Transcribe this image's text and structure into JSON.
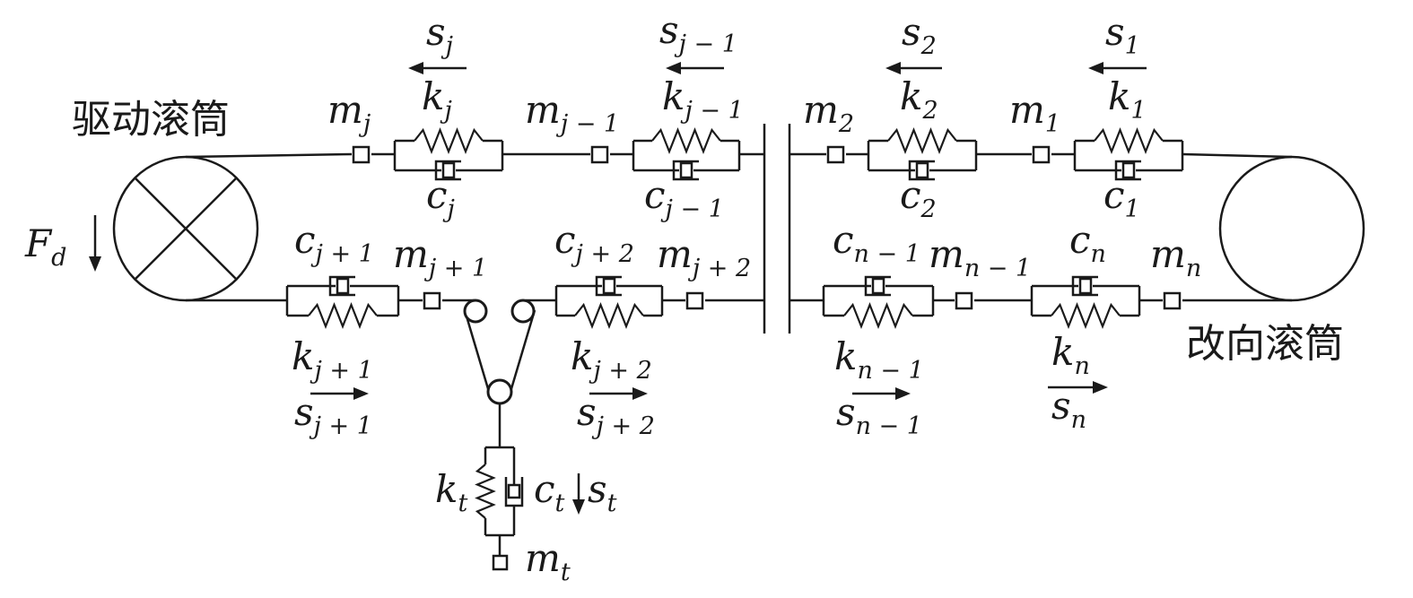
{
  "drums": {
    "drive_label": "驱动滚筒",
    "return_label": "改向滚筒"
  },
  "force": {
    "base": "F",
    "sub": "d"
  },
  "labels": {
    "m_j": {
      "base": "m",
      "sub": "j"
    },
    "k_j": {
      "base": "k",
      "sub": "j"
    },
    "c_j": {
      "base": "c",
      "sub": "j"
    },
    "s_j": {
      "base": "s",
      "sub": "j"
    },
    "m_j1": {
      "base": "m",
      "sub": "j − 1"
    },
    "k_j1": {
      "base": "k",
      "sub": "j − 1"
    },
    "c_j1": {
      "base": "c",
      "sub": "j − 1"
    },
    "s_j1": {
      "base": "s",
      "sub": "j − 1"
    },
    "m_2": {
      "base": "m",
      "sub": "2"
    },
    "k_2": {
      "base": "k",
      "sub": "2"
    },
    "c_2": {
      "base": "c",
      "sub": "2"
    },
    "s_2": {
      "base": "s",
      "sub": "2"
    },
    "m_1": {
      "base": "m",
      "sub": "1"
    },
    "k_1": {
      "base": "k",
      "sub": "1"
    },
    "c_1": {
      "base": "c",
      "sub": "1"
    },
    "s_1": {
      "base": "s",
      "sub": "1"
    },
    "c_jp1": {
      "base": "c",
      "sub": "j + 1"
    },
    "m_jp1": {
      "base": "m",
      "sub": "j + 1"
    },
    "k_jp1": {
      "base": "k",
      "sub": "j + 1"
    },
    "s_jp1": {
      "base": "s",
      "sub": "j + 1"
    },
    "c_jp2": {
      "base": "c",
      "sub": "j + 2"
    },
    "m_jp2": {
      "base": "m",
      "sub": "j + 2"
    },
    "k_jp2": {
      "base": "k",
      "sub": "j + 2"
    },
    "s_jp2": {
      "base": "s",
      "sub": "j + 2"
    },
    "c_n1": {
      "base": "c",
      "sub": "n − 1"
    },
    "m_n1": {
      "base": "m",
      "sub": "n − 1"
    },
    "k_n1": {
      "base": "k",
      "sub": "n − 1"
    },
    "s_n1": {
      "base": "s",
      "sub": "n − 1"
    },
    "c_n": {
      "base": "c",
      "sub": "n"
    },
    "m_n": {
      "base": "m",
      "sub": "n"
    },
    "k_n": {
      "base": "k",
      "sub": "n"
    },
    "s_n": {
      "base": "s",
      "sub": "n"
    },
    "k_t": {
      "base": "k",
      "sub": "t"
    },
    "c_t": {
      "base": "c",
      "sub": "t"
    },
    "s_t": {
      "base": "s",
      "sub": "t"
    },
    "m_t": {
      "base": "m",
      "sub": "t"
    }
  }
}
